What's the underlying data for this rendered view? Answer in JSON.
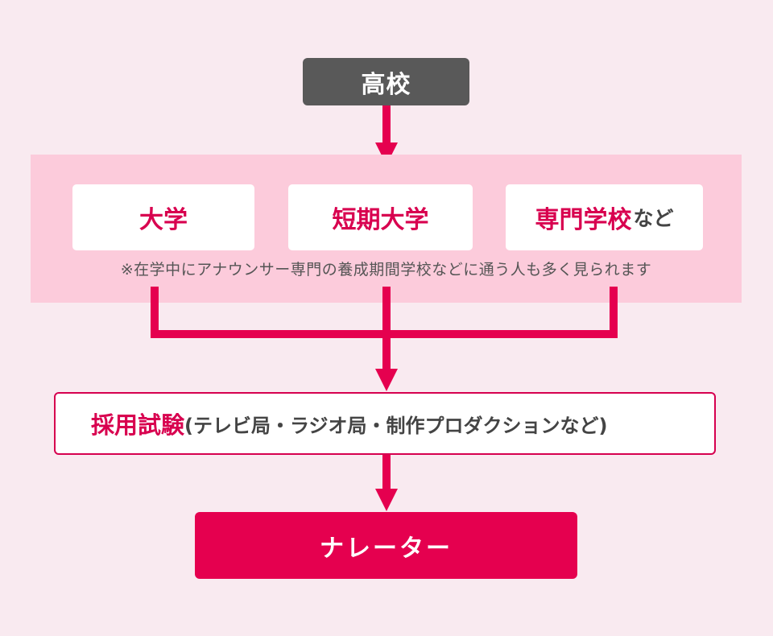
{
  "colors": {
    "background": "#f9eaf0",
    "band": "#fccbdb",
    "accent": "#e5004f",
    "top_box": "#595959",
    "text_dark": "#444444"
  },
  "flow": {
    "start": {
      "label": "高校"
    },
    "schools": [
      {
        "label": "大学",
        "suffix": ""
      },
      {
        "label": "短期大学",
        "suffix": ""
      },
      {
        "label": "専門学校",
        "suffix": "など"
      }
    ],
    "note": "※在学中にアナウンサー専門の養成期間学校などに通う人も多く見られます",
    "exam": {
      "label": "採用試験",
      "detail": "(テレビ局・ラジオ局・制作プロダクションなど)"
    },
    "goal": {
      "label": "ナレーター"
    }
  }
}
